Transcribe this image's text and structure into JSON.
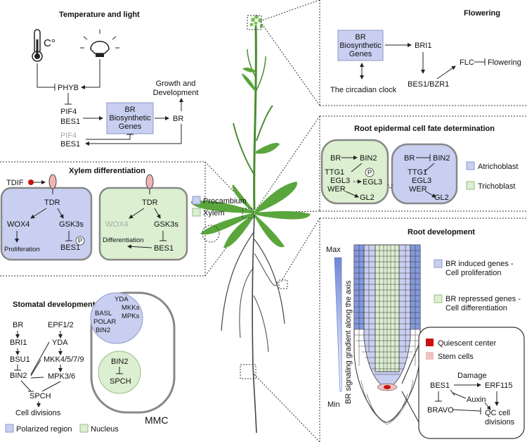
{
  "colors": {
    "procambium": "#c9cff0",
    "xylem": "#dcefd0",
    "leaf": "#5aa63c",
    "quiescent": "#cc1111",
    "stem_cells": "#eec0c0",
    "gradient_max": "#6f86d6"
  },
  "icons": [
    "thermometer-icon",
    "light-bulb-icon",
    "receptor-icon",
    "phosphate-icon"
  ],
  "temperature": {
    "title": "Temperature and light",
    "celsius": "C°",
    "phyb": "PHYB",
    "pif4": "PIF4",
    "bes1": "BES1",
    "br_box_1": "BR",
    "br_box_2": "Biosynthetic",
    "br_box_3": "Genes",
    "br": "BR",
    "growth_1": "Growth and",
    "growth_2": "Development",
    "pif4_gray": "PIF4",
    "bes1_low": "BES1"
  },
  "flowering": {
    "title": "Flowering",
    "br_box_1": "BR",
    "br_box_2": "Biosynthetic",
    "br_box_3": "Genes",
    "bri1": "BRI1",
    "flc": "FLC",
    "flowering": "Flowering",
    "clock": "The circadian clock",
    "bes1_bzr1": "BES1/BZR1"
  },
  "epidermal": {
    "title": "Root epidermal cell fate determination",
    "br": "BR",
    "bin2": "BIN2",
    "ttg1": "TTG1",
    "p": "P",
    "egl3": "EGL3",
    "wer": "WER",
    "gl2": "GL2",
    "legend_atrichoblast": "Atrichoblast",
    "legend_trichoblast": "Trichoblast"
  },
  "xylem": {
    "title": "Xylem differentiation",
    "tdif": "TDIF",
    "tdr": "TDR",
    "wox4": "WOX4",
    "gsk3s": "GSK3s",
    "proliferation": "Proliferation",
    "bes1": "BES1",
    "p": "P",
    "differentiation": "Differentiation",
    "legend_procambium": "Procambium",
    "legend_xylem": "Xylem"
  },
  "root_dev": {
    "title": "Root development",
    "max": "Max",
    "min": "Min",
    "axis_label": "BR signaling gradient along the axis",
    "legend_induced_1": "BR induced genes -",
    "legend_induced_2": "Cell proliferation",
    "legend_repressed_1": "BR repressed genes -",
    "legend_repressed_2": "Cell differentiation",
    "quiescent": "Quiescent center",
    "stem_cells": "Stem cells",
    "bes1": "BES1",
    "damage": "Damage",
    "erf115": "ERF115",
    "auxin": "Auxin",
    "bravo": "BRAVO",
    "qc_1": "QC cell",
    "qc_2": "divisions"
  },
  "stomatal": {
    "title": "Stomatal development",
    "br": "BR",
    "epf": "EPF1/2",
    "bri1": "BRI1",
    "yda": "YDA",
    "bsu1": "BSU1",
    "mkk": "MKK4/5/7/9",
    "bin2": "BIN2",
    "mpk": "MPK3/6",
    "spch": "SPCH",
    "cell_div": "Cell divisions",
    "mmc": "MMC",
    "p_yda": "YDA",
    "p_mkks": "MKKs",
    "p_mpks": "MPKs",
    "p_basl": "BASL",
    "p_polar": "POLAR",
    "p_bin2": "BIN2",
    "n_bin2": "BIN2",
    "n_spch": "SPCH",
    "legend_polarized": "Polarized region",
    "legend_nucleus": "Nucleus"
  }
}
